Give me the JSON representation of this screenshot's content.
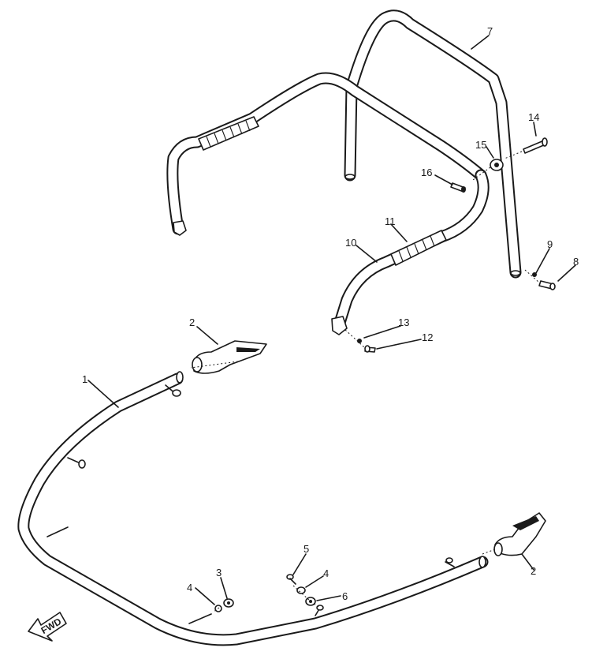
{
  "callouts": {
    "c1": "1",
    "c2a": "2",
    "c2b": "2",
    "c3": "3",
    "c4a": "4",
    "c4b": "4",
    "c5": "5",
    "c6": "6",
    "c7": "7",
    "c8": "8",
    "c9": "9",
    "c10": "10",
    "c11": "11",
    "c12": "12",
    "c13": "13",
    "c14": "14",
    "c15": "15",
    "c16": "16"
  },
  "direction_marker": "FWD"
}
